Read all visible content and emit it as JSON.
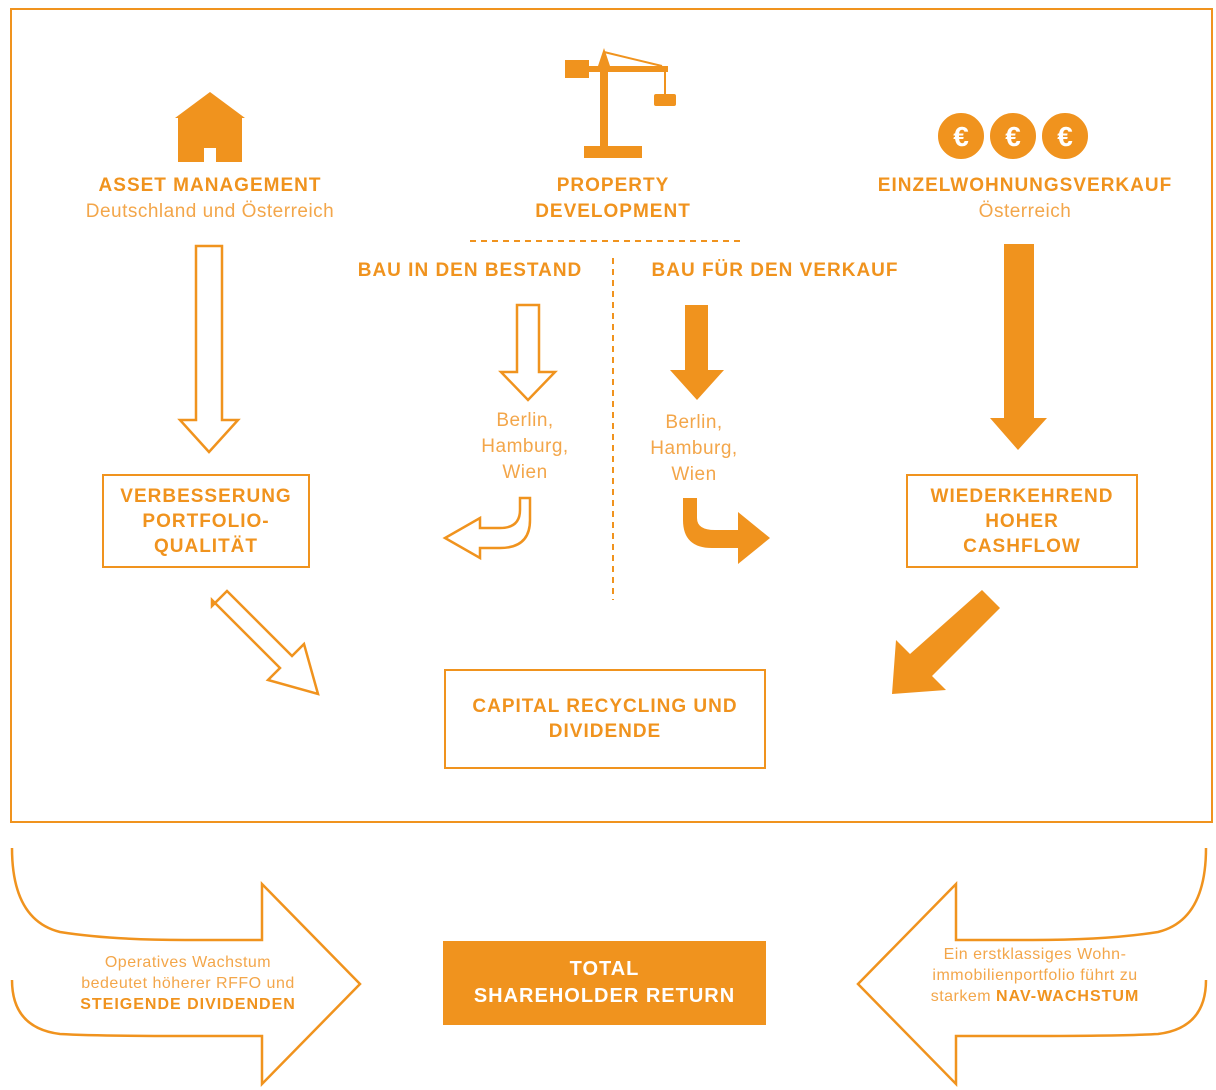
{
  "asset_management": {
    "title": "ASSET MANAGEMENT",
    "subtitle": "Deutschland und Österreich",
    "result": [
      "VERBESSERUNG",
      "PORTFOLIO-",
      "QUALITÄT"
    ]
  },
  "property_development": {
    "title": [
      "PROPERTY",
      "DEVELOPMENT"
    ],
    "left_branch": "BAU IN DEN BESTAND",
    "right_branch": "BAU FÜR DEN VERKAUF",
    "left_cities": [
      "Berlin,",
      "Hamburg,",
      "Wien"
    ],
    "right_cities": [
      "Berlin,",
      "Hamburg,",
      "Wien"
    ]
  },
  "einzelwohnungsverkauf": {
    "title": "EINZELWOHNUNGSVERKAUF",
    "subtitle": "Österreich",
    "coin_symbol": "€",
    "result": [
      "WIEDERKEHREND",
      "HOHER",
      "CASHFLOW"
    ]
  },
  "center_box": [
    "CAPITAL RECYCLING UND",
    "DIVIDENDE"
  ],
  "total": [
    "TOTAL",
    "SHAREHOLDER RETURN"
  ],
  "left_note": {
    "line1": "Operatives Wachstum",
    "line2": "bedeutet höherer RFFO und",
    "strong": "STEIGENDE DIVIDENDEN"
  },
  "right_note": {
    "line1": "Ein erstklassiges Wohn-",
    "line2": "immobilienportfolio führt zu",
    "lead": "starkem ",
    "strong": "NAV-WACHSTUM"
  },
  "colors": {
    "accent": "#f0931e",
    "light": "#f3a64a",
    "background": "#ffffff"
  },
  "icons": [
    "house-icon",
    "crane-icon",
    "euro-coins-icon"
  ]
}
